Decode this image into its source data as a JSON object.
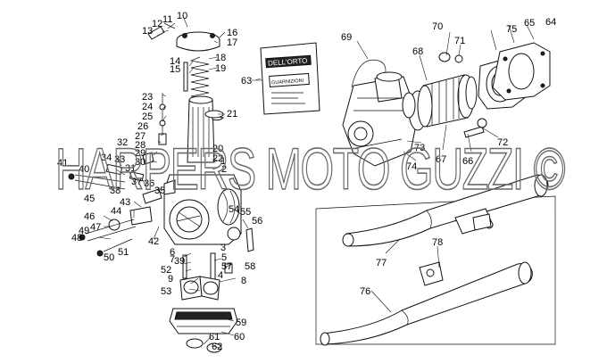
{
  "diagram": {
    "watermark": "HARPERS MOTO GUZZI ©",
    "gasket_pack": {
      "brand": "DELL'ORTO",
      "caption": "GUARNIZIONI"
    },
    "callouts": [
      "1",
      "2",
      "3",
      "4",
      "5",
      "6",
      "7",
      "8",
      "9",
      "10",
      "11",
      "12",
      "13",
      "14",
      "15",
      "16",
      "17",
      "18",
      "19",
      "20",
      "21",
      "22",
      "23",
      "24",
      "25",
      "26",
      "27",
      "28",
      "29",
      "30",
      "31",
      "32",
      "33",
      "34",
      "35",
      "36",
      "37",
      "38",
      "39",
      "40",
      "41",
      "42",
      "43",
      "44",
      "45",
      "46",
      "47",
      "48",
      "49",
      "50",
      "51",
      "52",
      "53",
      "54",
      "55",
      "56",
      "57",
      "58",
      "59",
      "60",
      "61",
      "62",
      "63",
      "64",
      "65",
      "66",
      "67",
      "68",
      "69",
      "70",
      "71",
      "72",
      "73",
      "74",
      "75",
      "76",
      "77",
      "78"
    ]
  }
}
